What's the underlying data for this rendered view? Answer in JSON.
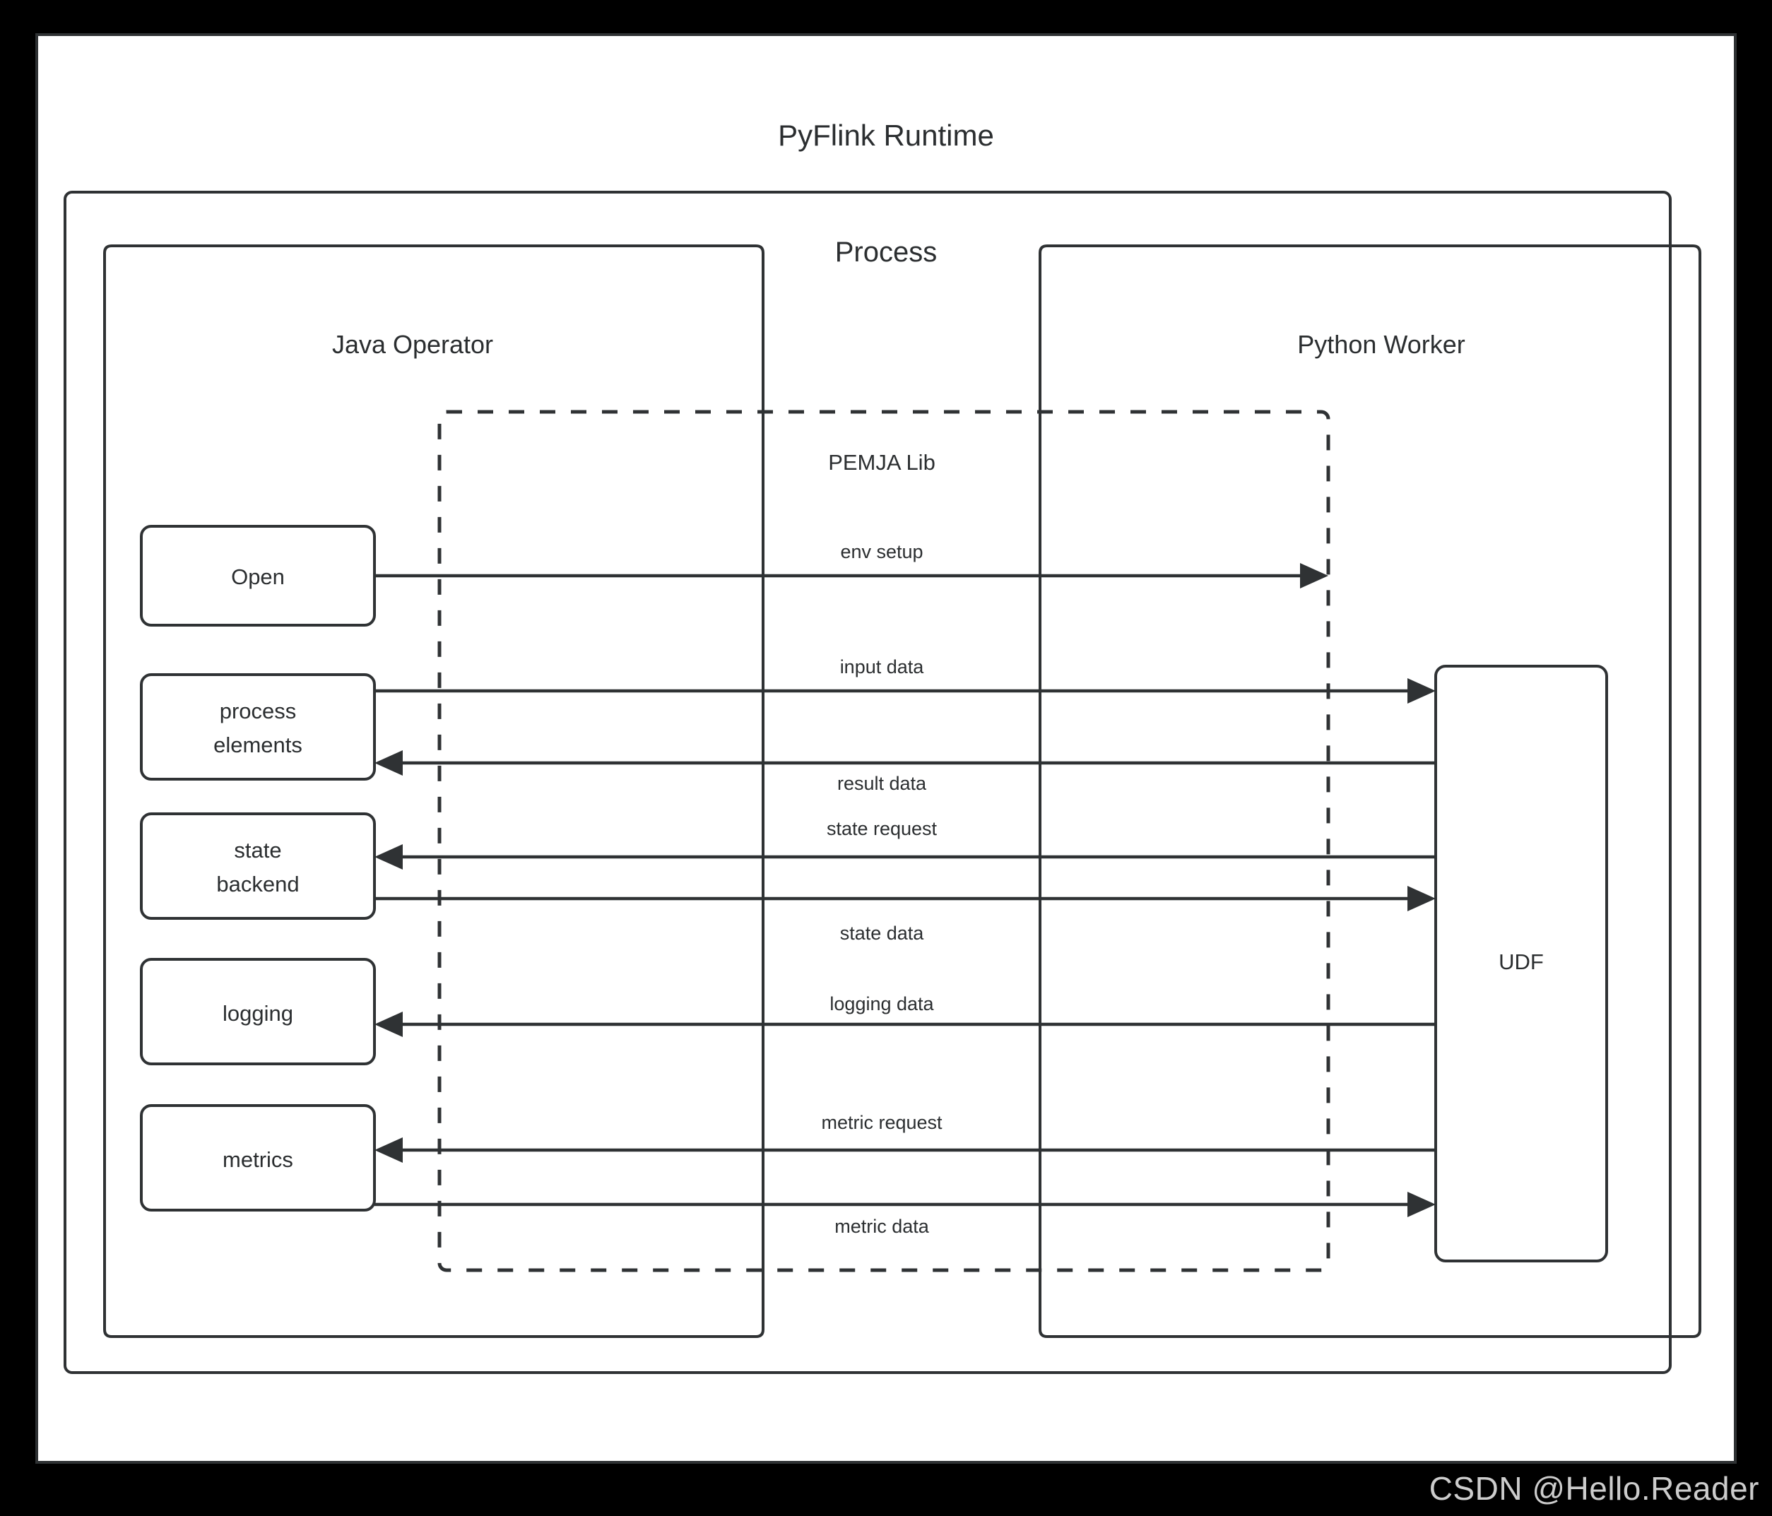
{
  "diagram": {
    "title": "PyFlink Runtime",
    "outer_container_label": "Process",
    "left_container_label": "Java Operator",
    "right_container_label": "Python Worker",
    "middle_container_label": "PEMJA Lib",
    "colors": {
      "frame": "#000000",
      "canvas": "#ffffff",
      "stroke": "#2f3234",
      "text": "#2b2e30",
      "watermark": "#ffffff"
    },
    "left_nodes": [
      {
        "id": "open",
        "label": "Open"
      },
      {
        "id": "process-elements",
        "label_line1": "process",
        "label_line2": "elements"
      },
      {
        "id": "state-backend",
        "label_line1": "state",
        "label_line2": "backend"
      },
      {
        "id": "logging",
        "label": "logging"
      },
      {
        "id": "metrics",
        "label": "metrics"
      }
    ],
    "right_nodes": [
      {
        "id": "udf",
        "label": "UDF"
      }
    ],
    "flows": [
      {
        "id": "env-setup",
        "label": "env setup",
        "direction": "right",
        "from": "open",
        "to": "pemja-lib"
      },
      {
        "id": "input-data",
        "label": "input data",
        "direction": "right",
        "from": "process-elements",
        "to": "udf"
      },
      {
        "id": "result-data",
        "label": "result data",
        "direction": "left",
        "from": "udf",
        "to": "process-elements"
      },
      {
        "id": "state-request",
        "label": "state request",
        "direction": "left",
        "from": "udf",
        "to": "state-backend"
      },
      {
        "id": "state-data",
        "label": "state data",
        "direction": "right",
        "from": "state-backend",
        "to": "udf"
      },
      {
        "id": "logging-data",
        "label": "logging data",
        "direction": "left",
        "from": "udf",
        "to": "logging"
      },
      {
        "id": "metric-request",
        "label": "metric request",
        "direction": "left",
        "from": "udf",
        "to": "metrics"
      },
      {
        "id": "metric-data",
        "label": "metric data",
        "direction": "right",
        "from": "metrics",
        "to": "udf"
      }
    ]
  },
  "watermark": {
    "text": "CSDN @Hello.Reader"
  }
}
